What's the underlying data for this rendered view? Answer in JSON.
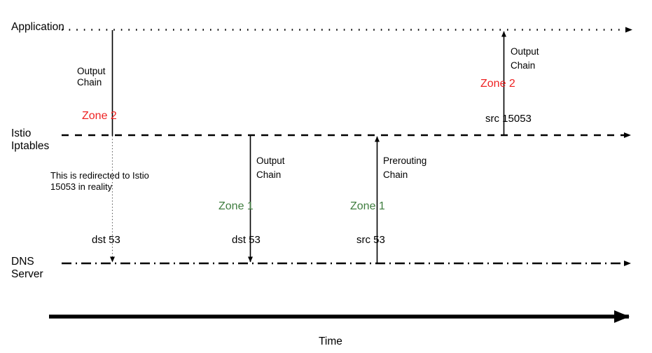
{
  "diagram": {
    "title_axis": "Time",
    "colors": {
      "zone1": "#3f7d3f",
      "zone2": "#ee2222",
      "line": "#000000",
      "text": "#000000",
      "background": "#ffffff"
    },
    "lanes": [
      {
        "id": "application",
        "label_line1": "Application",
        "label_line2": "",
        "style": "dotted"
      },
      {
        "id": "istio-iptables",
        "label_line1": "Istio",
        "label_line2": "Iptables",
        "style": "dashed"
      },
      {
        "id": "dns-server",
        "label_line1": "DNS",
        "label_line2": "Server",
        "style": "dash-dot"
      }
    ],
    "flows": [
      {
        "id": "flow-1",
        "chain_line1": "Output",
        "chain_line2": "Chain",
        "zone": "Zone 2",
        "zone_color_key": "zone2",
        "port": "dst 53",
        "note_line1": "This is redirected to Istio",
        "note_line2": "15053 in reality"
      },
      {
        "id": "flow-2",
        "chain_line1": "Output",
        "chain_line2": "Chain",
        "zone": "Zone 1",
        "zone_color_key": "zone1",
        "port": "dst 53"
      },
      {
        "id": "flow-3",
        "chain_line1": "Prerouting",
        "chain_line2": "Chain",
        "zone": "Zone 1",
        "zone_color_key": "zone1",
        "port": "src 53"
      },
      {
        "id": "flow-4",
        "chain_line1": "Output",
        "chain_line2": "Chain",
        "zone": "Zone 2",
        "zone_color_key": "zone2",
        "port": "src 15053"
      }
    ]
  }
}
